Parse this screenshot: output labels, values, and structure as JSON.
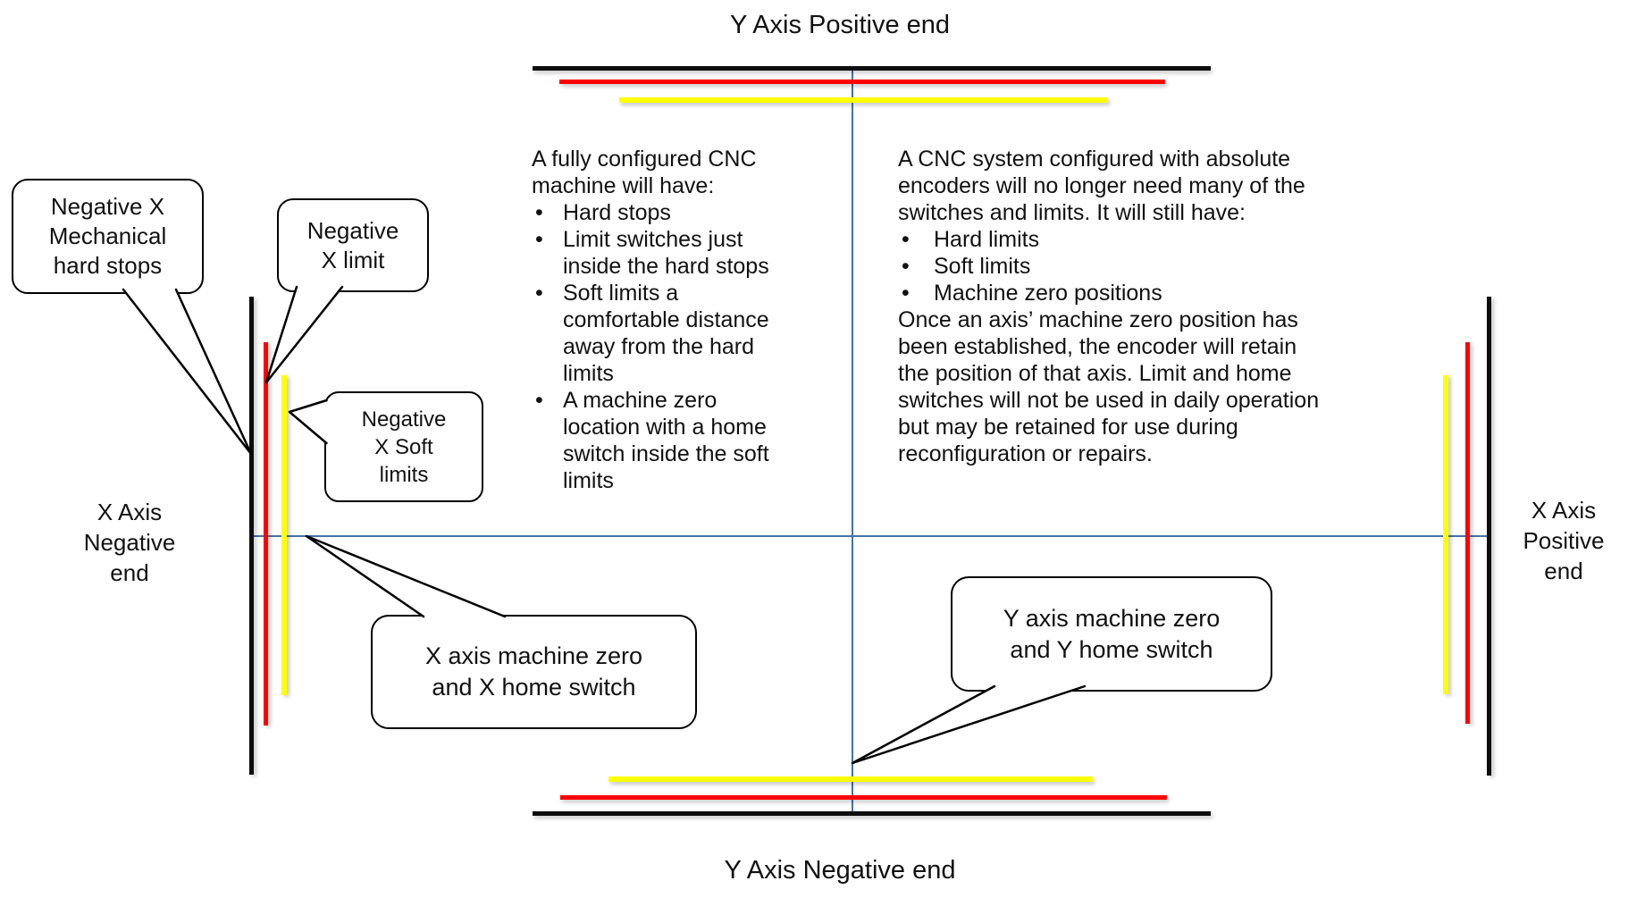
{
  "titles": {
    "top": "Y Axis Positive end",
    "bottom": "Y Axis Negative end",
    "left": "X Axis\nNegative\nend",
    "right": "X Axis\nPositive\nend"
  },
  "callouts": {
    "neg_x_hard_stops": "Negative X\nMechanical\nhard stops",
    "neg_x_limit": "Negative\nX limit",
    "neg_x_soft_limits": "Negative\nX Soft\nlimits",
    "x_machine_zero": "X axis machine zero\nand X home switch",
    "y_machine_zero": "Y axis machine zero\nand Y home switch"
  },
  "text_blocks": {
    "configured": {
      "intro": "A fully configured CNC\nmachine will have:",
      "bullets": [
        "Hard stops",
        "Limit switches just\ninside the hard stops",
        "Soft limits a\ncomfortable distance\naway from the hard\nlimits",
        "A machine zero\nlocation with a home\nswitch inside the soft\nlimits"
      ]
    },
    "absolute": {
      "intro": "A CNC system configured with absolute\nencoders will no longer need many of the\nswitches and limits. It will still have:",
      "bullets": [
        "Hard limits",
        "Soft limits",
        "Machine zero positions"
      ],
      "outro": "Once an axis’ machine zero position has\nbeen established, the encoder will retain\nthe position of that axis. Limit and home\nswitches will not be used in daily operation\nbut may be retained for use during\nreconfiguration or repairs."
    }
  },
  "colors": {
    "hard_stop_line": "#0d0d0d",
    "limit_switch_line": "#ff0000",
    "soft_limit_line": "#ffff00",
    "axis_line": "#4472a4"
  }
}
